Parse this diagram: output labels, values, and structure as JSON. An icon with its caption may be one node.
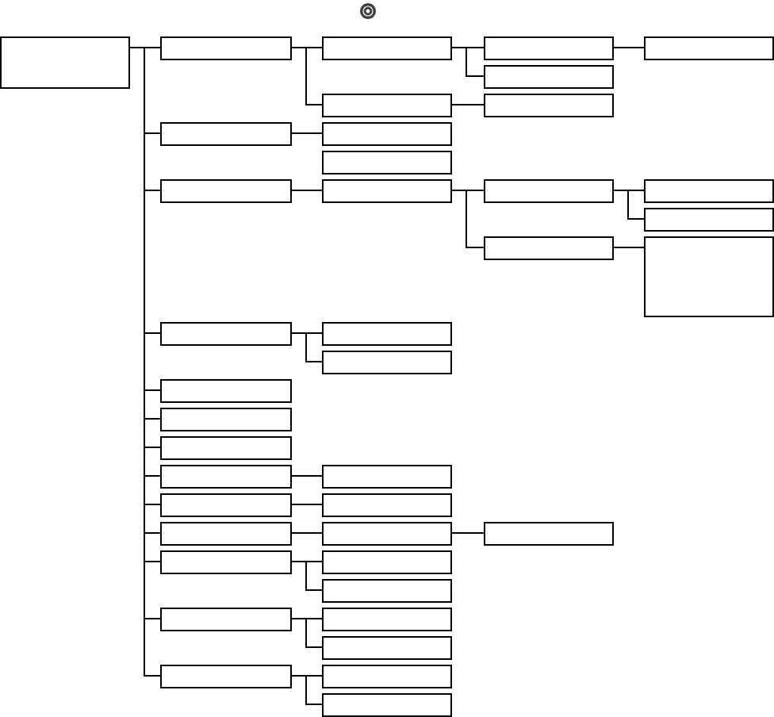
{
  "diagram": {
    "nodes": [
      {
        "text": [],
        "shape": "box"
      },
      {
        "text": [],
        "shape": "box"
      },
      {
        "text": [],
        "shape": "box"
      },
      {
        "text": [],
        "shape": "box"
      },
      {
        "text": [],
        "shape": "box"
      },
      {
        "text": [],
        "shape": "box"
      },
      {
        "text": [],
        "shape": "box"
      },
      {
        "text": [],
        "shape": "box"
      },
      {
        "text": [],
        "shape": "box"
      },
      {
        "text": [],
        "shape": "box"
      },
      {
        "text": [],
        "shape": "box"
      },
      {
        "text": [],
        "shape": "box"
      },
      {
        "text": [],
        "shape": "box"
      },
      {
        "text": [],
        "shape": "box"
      },
      {
        "text": [],
        "shape": "box"
      },
      {
        "text": [],
        "shape": "box"
      },
      {
        "text": [],
        "shape": "box"
      },
      {
        "text": [],
        "shape": "box"
      },
      {
        "text": [],
        "shape": "box"
      },
      {
        "text": [],
        "shape": "box"
      },
      {
        "text": [],
        "shape": "box"
      },
      {
        "text": [],
        "shape": "box"
      },
      {
        "text": [],
        "shape": "box"
      },
      {
        "text": [],
        "shape": "box"
      },
      {
        "text": [],
        "shape": "box"
      },
      {
        "text": [],
        "shape": "box"
      },
      {
        "text": [],
        "shape": "box"
      },
      {
        "text": [],
        "shape": "box"
      },
      {
        "text": [],
        "shape": "box"
      },
      {
        "text": [],
        "shape": "box"
      },
      {
        "text": [],
        "shape": "box"
      },
      {
        "text": [],
        "shape": "box"
      },
      {
        "text": [],
        "shape": "box"
      },
      {
        "text": [],
        "shape": "box"
      },
      {
        "text": [],
        "shape": "box"
      },
      {
        "text": [],
        "shape": "box"
      },
      {
        "text": [],
        "shape": "box"
      },
      {
        "text": [],
        "shape": "box"
      },
      {
        "text": [],
        "shape": "box"
      },
      {
        "text": [],
        "shape": "box"
      }
    ],
    "edges": [
      {
        "from": 0,
        "to": 1,
        "arrow": "none"
      },
      {
        "from": 0,
        "to": 8,
        "arrow": "none"
      },
      {
        "from": 0,
        "to": 11,
        "arrow": "none"
      },
      {
        "from": 0,
        "to": 18,
        "arrow": "none"
      },
      {
        "from": 0,
        "to": 21,
        "arrow": "none"
      },
      {
        "from": 0,
        "to": 22,
        "arrow": "none"
      },
      {
        "from": 0,
        "to": 23,
        "arrow": "none"
      },
      {
        "from": 0,
        "to": 24,
        "arrow": "none"
      },
      {
        "from": 0,
        "to": 26,
        "arrow": "none"
      },
      {
        "from": 0,
        "to": 28,
        "arrow": "none"
      },
      {
        "from": 0,
        "to": 31,
        "arrow": "none"
      },
      {
        "from": 0,
        "to": 34,
        "arrow": "none"
      },
      {
        "from": 0,
        "to": 37,
        "arrow": "none"
      },
      {
        "from": 1,
        "to": 2,
        "arrow": "none"
      },
      {
        "from": 1,
        "to": 6,
        "arrow": "none"
      },
      {
        "from": 2,
        "to": 3,
        "arrow": "none"
      },
      {
        "from": 2,
        "to": 5,
        "arrow": "none"
      },
      {
        "from": 3,
        "to": 4,
        "arrow": "none"
      },
      {
        "from": 6,
        "to": 7,
        "arrow": "none"
      },
      {
        "from": 8,
        "to": 9,
        "arrow": "none"
      },
      {
        "from": 11,
        "to": 12,
        "arrow": "none"
      },
      {
        "from": 12,
        "to": 13,
        "arrow": "none"
      },
      {
        "from": 12,
        "to": 16,
        "arrow": "none"
      },
      {
        "from": 13,
        "to": 14,
        "arrow": "none"
      },
      {
        "from": 13,
        "to": 15,
        "arrow": "none"
      },
      {
        "from": 16,
        "to": 17,
        "arrow": "none"
      },
      {
        "from": 18,
        "to": 19,
        "arrow": "none"
      },
      {
        "from": 18,
        "to": 20,
        "arrow": "none"
      },
      {
        "from": 24,
        "to": 25,
        "arrow": "none"
      },
      {
        "from": 26,
        "to": 27,
        "arrow": "none"
      },
      {
        "from": 28,
        "to": 29,
        "arrow": "none"
      },
      {
        "from": 29,
        "to": 30,
        "arrow": "none"
      },
      {
        "from": 31,
        "to": 32,
        "arrow": "none"
      },
      {
        "from": 31,
        "to": 33,
        "arrow": "none"
      },
      {
        "from": 34,
        "to": 35,
        "arrow": "none"
      },
      {
        "from": 34,
        "to": 36,
        "arrow": "none"
      },
      {
        "from": 37,
        "to": 38,
        "arrow": "none"
      },
      {
        "from": 37,
        "to": 39,
        "arrow": "none"
      }
    ]
  }
}
